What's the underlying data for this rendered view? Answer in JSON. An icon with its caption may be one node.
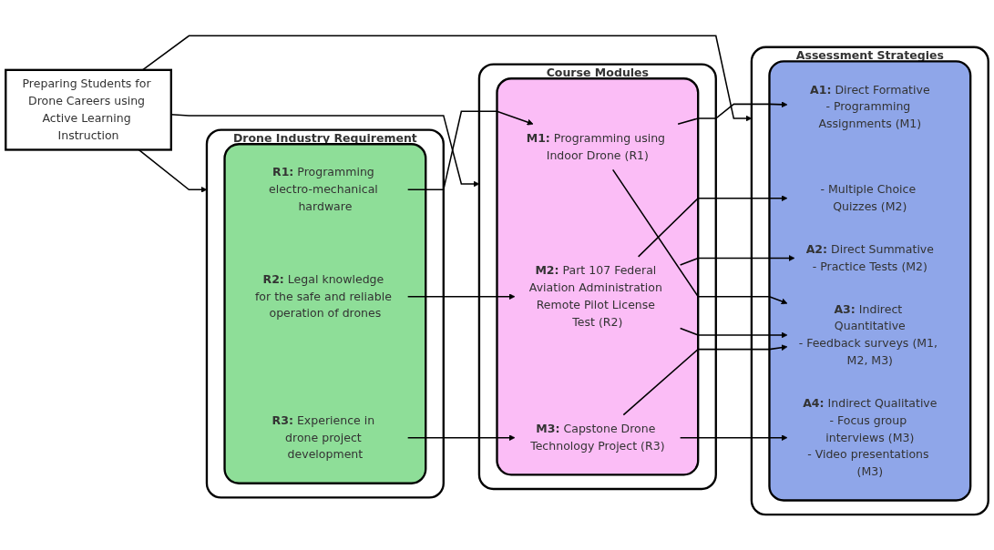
{
  "diagram": {
    "nodes": [
      {
        "text": [
          "Preparing Students for Drone Careers using Active Learning Instruction"
        ]
      },
      {
        "text": [
          "Drone Industry Requirement"
        ]
      },
      {
        "text": [],
        "shape": "box",
        "in": 1
      },
      {
        "text": [
          "**R1:** Programming electro-mechanical hardware"
        ],
        "in": 2
      },
      {
        "text": [
          "**R2:** Legal knowledge for the safe and reliable operation of drones"
        ],
        "in": 2
      },
      {
        "text": [
          "**R3:** Experience in drone project development"
        ],
        "in": 2
      },
      {
        "text": [
          "Course Modules"
        ]
      },
      {
        "text": [],
        "shape": "box",
        "in": 6
      },
      {
        "text": [
          "**M1:** Programming using Indoor Drone (R1)"
        ],
        "in": 7
      },
      {
        "text": [
          "**M2:** Part 107 Federal Aviation Administration Remote Pilot License Test (R2)"
        ],
        "in": 7
      },
      {
        "text": [
          "**M3:** Capstone Drone Technology Project (R3)"
        ],
        "in": 7
      },
      {
        "text": [
          "Assessment Strategies"
        ]
      },
      {
        "text": [],
        "shape": "box",
        "in": 11
      },
      {
        "text": [
          "**A1:** Direct Formative",
          "- Programming Assignments (M1)"
        ],
        "in": 12
      },
      {
        "text": [
          "- Multiple Choice Quizzes (M2)"
        ],
        "in": 12
      },
      {
        "text": [
          "**A2:** Direct Summative",
          "- Practice Tests (M2)"
        ],
        "in": 12
      },
      {
        "text": [
          "**A3:** Indirect Quantitative",
          "- Feedback surveys (M1, M2, M3)"
        ],
        "in": 12
      },
      {
        "text": [
          "**A4:** Indirect Qualitative",
          "- Focus group interviews (M3)",
          "- Video presentations (M3)"
        ],
        "in": 12
      }
    ],
    "edges": [
      {
        "from": 0,
        "to": 1,
        "arrow": "to"
      },
      {
        "from": 0,
        "to": 6,
        "arrow": "to"
      },
      {
        "from": 0,
        "to": 11,
        "arrow": "to"
      },
      {
        "from": 3,
        "to": 8,
        "arrow": "to"
      },
      {
        "from": 4,
        "to": 9,
        "arrow": "to"
      },
      {
        "from": 5,
        "to": 10,
        "arrow": "to"
      },
      {
        "from": 8,
        "to": 13,
        "arrow": "to"
      },
      {
        "from": 8,
        "to": 16,
        "arrow": "to"
      },
      {
        "from": 9,
        "to": 14,
        "arrow": "to"
      },
      {
        "from": 9,
        "to": 15,
        "arrow": "to"
      },
      {
        "from": 9,
        "to": 16,
        "arrow": "to"
      },
      {
        "from": 10,
        "to": 16,
        "arrow": "to"
      },
      {
        "from": 10,
        "to": 17,
        "arrow": "to"
      }
    ]
  }
}
